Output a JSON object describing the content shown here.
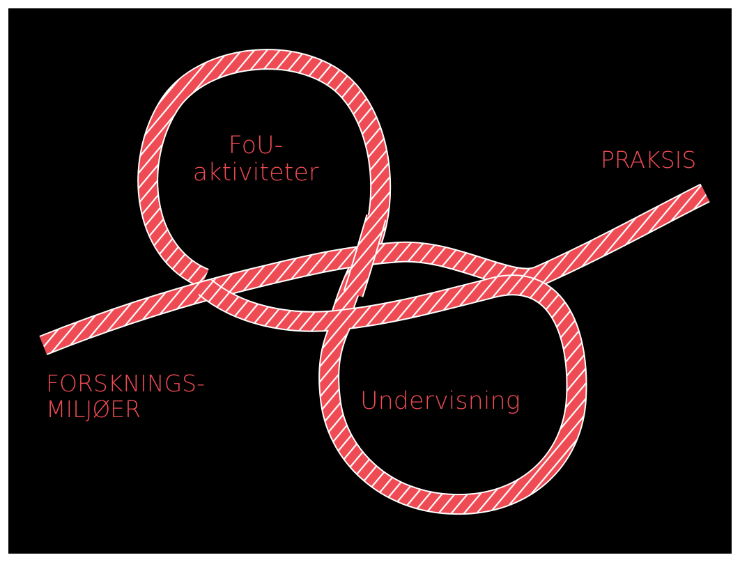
{
  "colors": {
    "background": "#000000",
    "frame": "#ffffff",
    "rope": "#ee4b54",
    "rope_strand": "#ffffff",
    "text": "#ee4b54"
  },
  "labels": {
    "fou": [
      "FoU-",
      "aktiviteter"
    ],
    "praksis": "PRAKSIS",
    "forskning": [
      "FORSKNINGS-",
      "MILJØER"
    ],
    "undervisning": "Undervisning"
  },
  "diagram": {
    "type": "rope-knot",
    "loops": [
      "fou",
      "undervisning"
    ],
    "ends": [
      "forskning",
      "praksis"
    ]
  }
}
